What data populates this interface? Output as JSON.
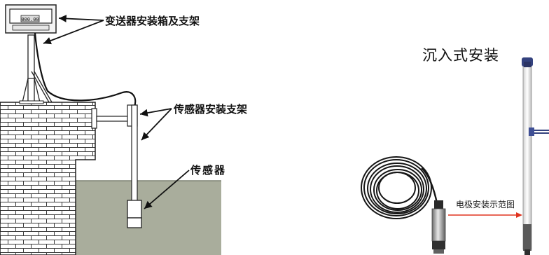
{
  "left_diagram": {
    "label_transmitter_box": "变送器安装箱及支架",
    "label_sensor_bracket": "传感器安装支架",
    "label_sensor": "传感器",
    "display_text": "000.00"
  },
  "right_diagram": {
    "title": "沉入式安装",
    "arrow_label": "电极安装示范图"
  },
  "colors": {
    "water": "#a9ad9c",
    "brick_fill": "#ffffff",
    "brick_line": "#333333",
    "arrow": "#e0341f",
    "cap_blue": "#34427e"
  }
}
